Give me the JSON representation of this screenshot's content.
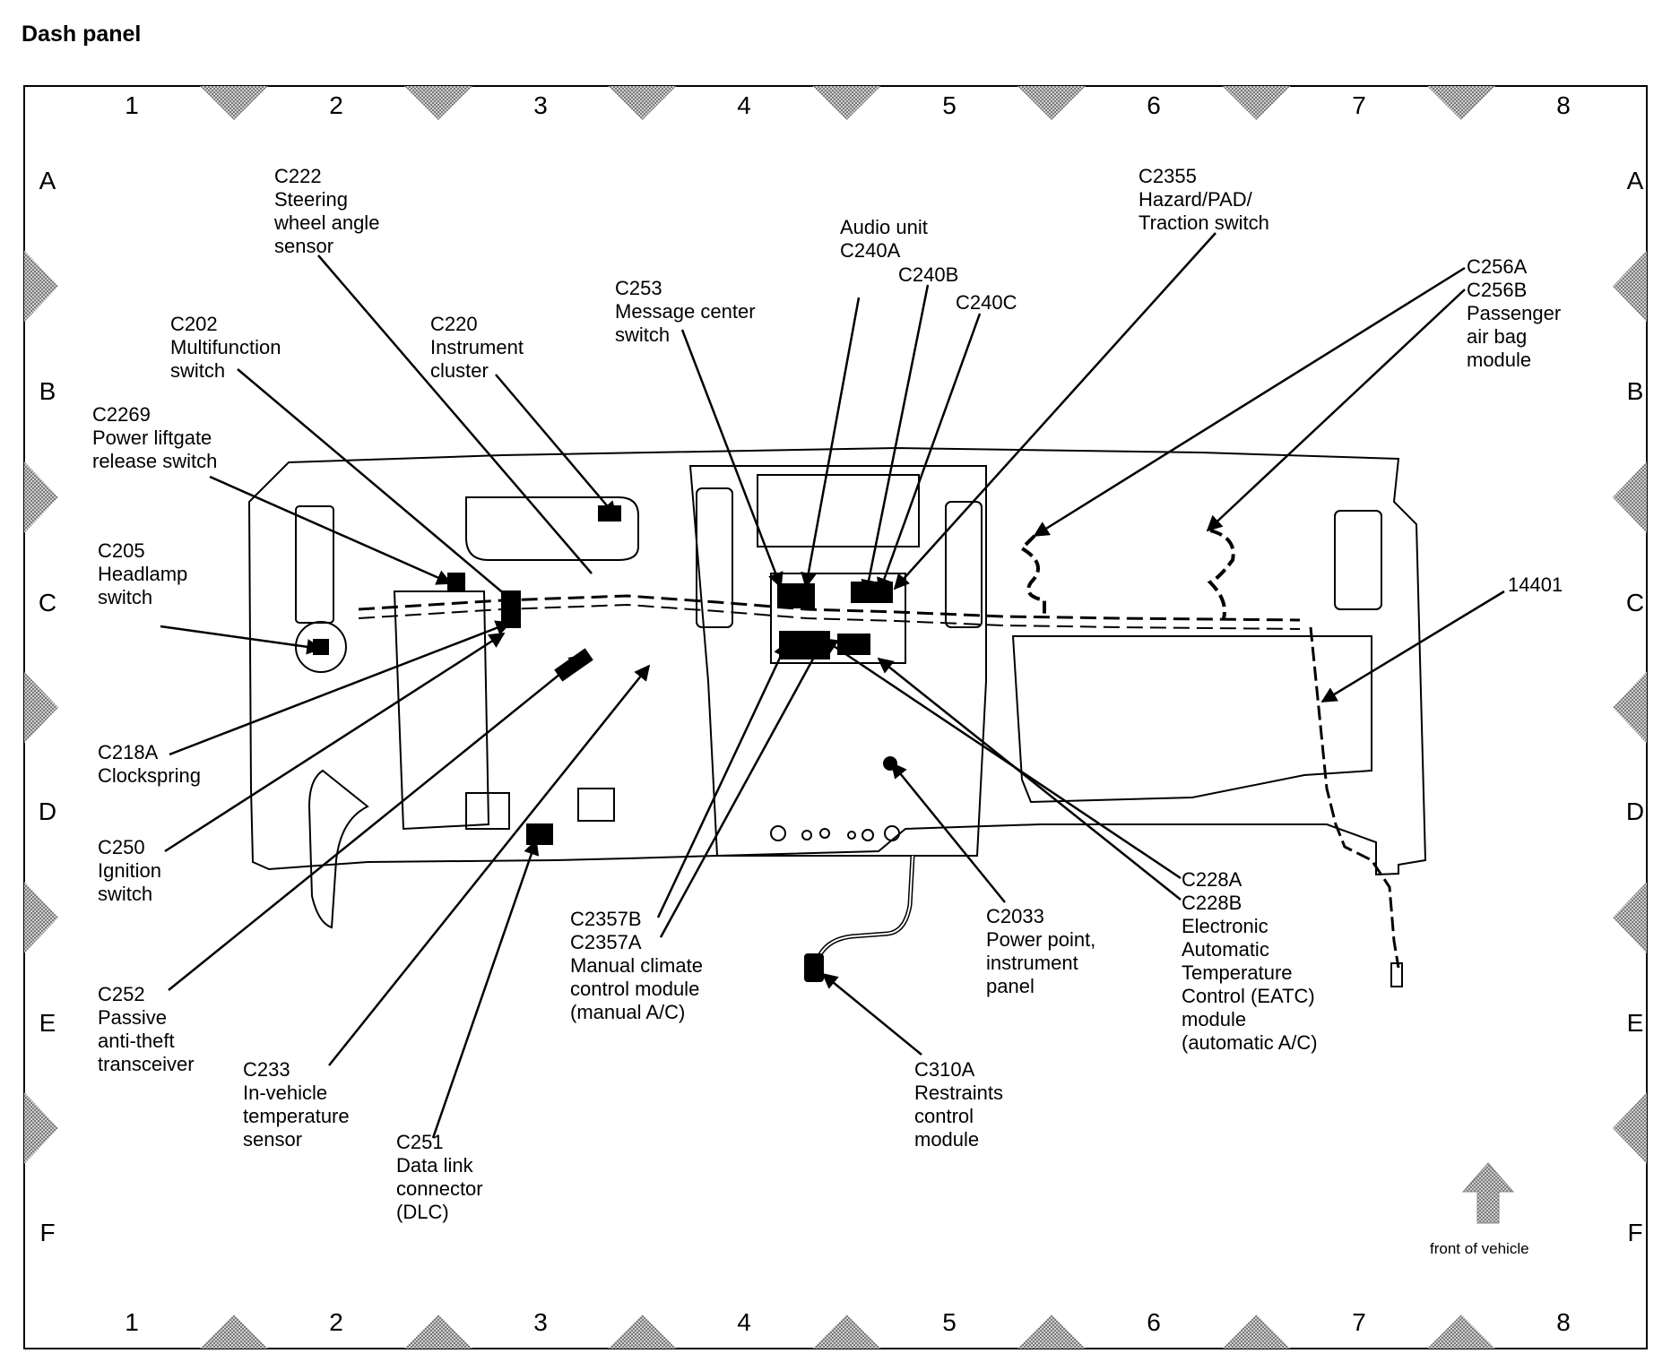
{
  "title": "Dash panel",
  "grid": {
    "columns": [
      "1",
      "2",
      "3",
      "4",
      "5",
      "6",
      "7",
      "8"
    ],
    "rows": [
      "A",
      "B",
      "C",
      "D",
      "E",
      "F"
    ]
  },
  "callouts": [
    {
      "id": "c222",
      "lines": [
        "C222",
        "Steering",
        "wheel angle",
        "sensor"
      ]
    },
    {
      "id": "c202",
      "lines": [
        "C202",
        "Multifunction",
        "switch"
      ]
    },
    {
      "id": "c220",
      "lines": [
        "C220",
        "Instrument",
        "cluster"
      ]
    },
    {
      "id": "c2269",
      "lines": [
        "C2269",
        "Power liftgate",
        "release switch"
      ]
    },
    {
      "id": "c205",
      "lines": [
        "C205",
        "Headlamp",
        "switch"
      ]
    },
    {
      "id": "c218a",
      "lines": [
        "C218A",
        "Clockspring"
      ]
    },
    {
      "id": "c250",
      "lines": [
        "C250",
        "Ignition",
        "switch"
      ]
    },
    {
      "id": "c252",
      "lines": [
        "C252",
        "Passive",
        "anti-theft",
        "transceiver"
      ]
    },
    {
      "id": "c233",
      "lines": [
        "C233",
        "In-vehicle",
        "temperature",
        "sensor"
      ]
    },
    {
      "id": "c251",
      "lines": [
        "C251",
        "Data link",
        "connector",
        "(DLC)"
      ]
    },
    {
      "id": "c253",
      "lines": [
        "C253",
        "Message center",
        "switch"
      ]
    },
    {
      "id": "c240a",
      "lines": [
        "Audio unit",
        "C240A"
      ]
    },
    {
      "id": "c240b",
      "lines": [
        "C240B"
      ]
    },
    {
      "id": "c240c",
      "lines": [
        "C240C"
      ]
    },
    {
      "id": "c2355",
      "lines": [
        "C2355",
        "Hazard/PAD/",
        "Traction switch"
      ]
    },
    {
      "id": "c256",
      "lines": [
        "C256A",
        "C256B",
        "Passenger",
        "air bag",
        "module"
      ]
    },
    {
      "id": "h14401",
      "lines": [
        "14401"
      ]
    },
    {
      "id": "c2357",
      "lines": [
        "C2357B",
        "C2357A",
        "Manual climate",
        "control module",
        "(manual A/C)"
      ]
    },
    {
      "id": "c2033",
      "lines": [
        "C2033",
        "Power point,",
        "instrument",
        "panel"
      ]
    },
    {
      "id": "c228",
      "lines": [
        "C228A",
        "C228B",
        "Electronic",
        "Automatic",
        "Temperature",
        "Control (EATC)",
        "module",
        "(automatic A/C)"
      ]
    },
    {
      "id": "c310a",
      "lines": [
        "C310A",
        "Restraints",
        "control",
        "module"
      ]
    }
  ],
  "orientation": {
    "label": "front of vehicle",
    "icon": "up-arrow-icon"
  },
  "colors": {
    "line": "#000000",
    "marker": "#a9a9a9"
  }
}
